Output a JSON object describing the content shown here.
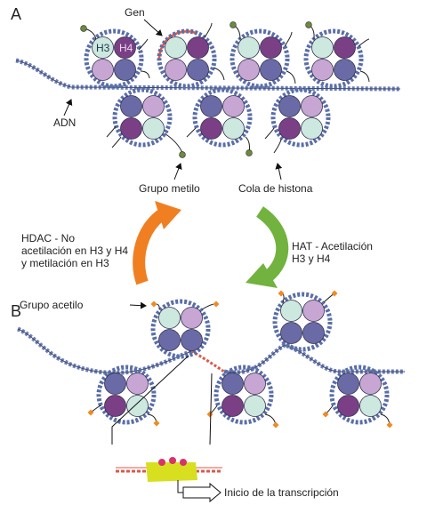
{
  "panels": {
    "a": "A",
    "b": "B"
  },
  "labels": {
    "gen": "Gen",
    "h3": "H3",
    "h4": "H4",
    "adn": "ADN",
    "grupo_metilo": "Grupo metilo",
    "cola_histona": "Cola de histona",
    "grupo_acetilo": "Grupo acetilo",
    "inicio": "Inicio de la transcripción"
  },
  "hdac_lines": [
    "HDAC - No",
    "acetilación en H3 y H4",
    "y metilación en H3"
  ],
  "hat_lines": [
    "HAT - Acetilación",
    "H3 y H4"
  ],
  "colors": {
    "h3_mint": "#cde8de",
    "h4_purple": "#7b3f86",
    "lilac": "#c7a6d3",
    "slate_blue": "#6a6aa7",
    "dna_blue": "#6d7fb2",
    "gene_red": "#d9594a",
    "methyl": "#6c8b3f",
    "acetyl": "#f08a24",
    "arrow_orange": "#f07f22",
    "arrow_green": "#72b23f",
    "factor_yellow": "#d7df1f",
    "factor_pink": "#d7336c"
  }
}
